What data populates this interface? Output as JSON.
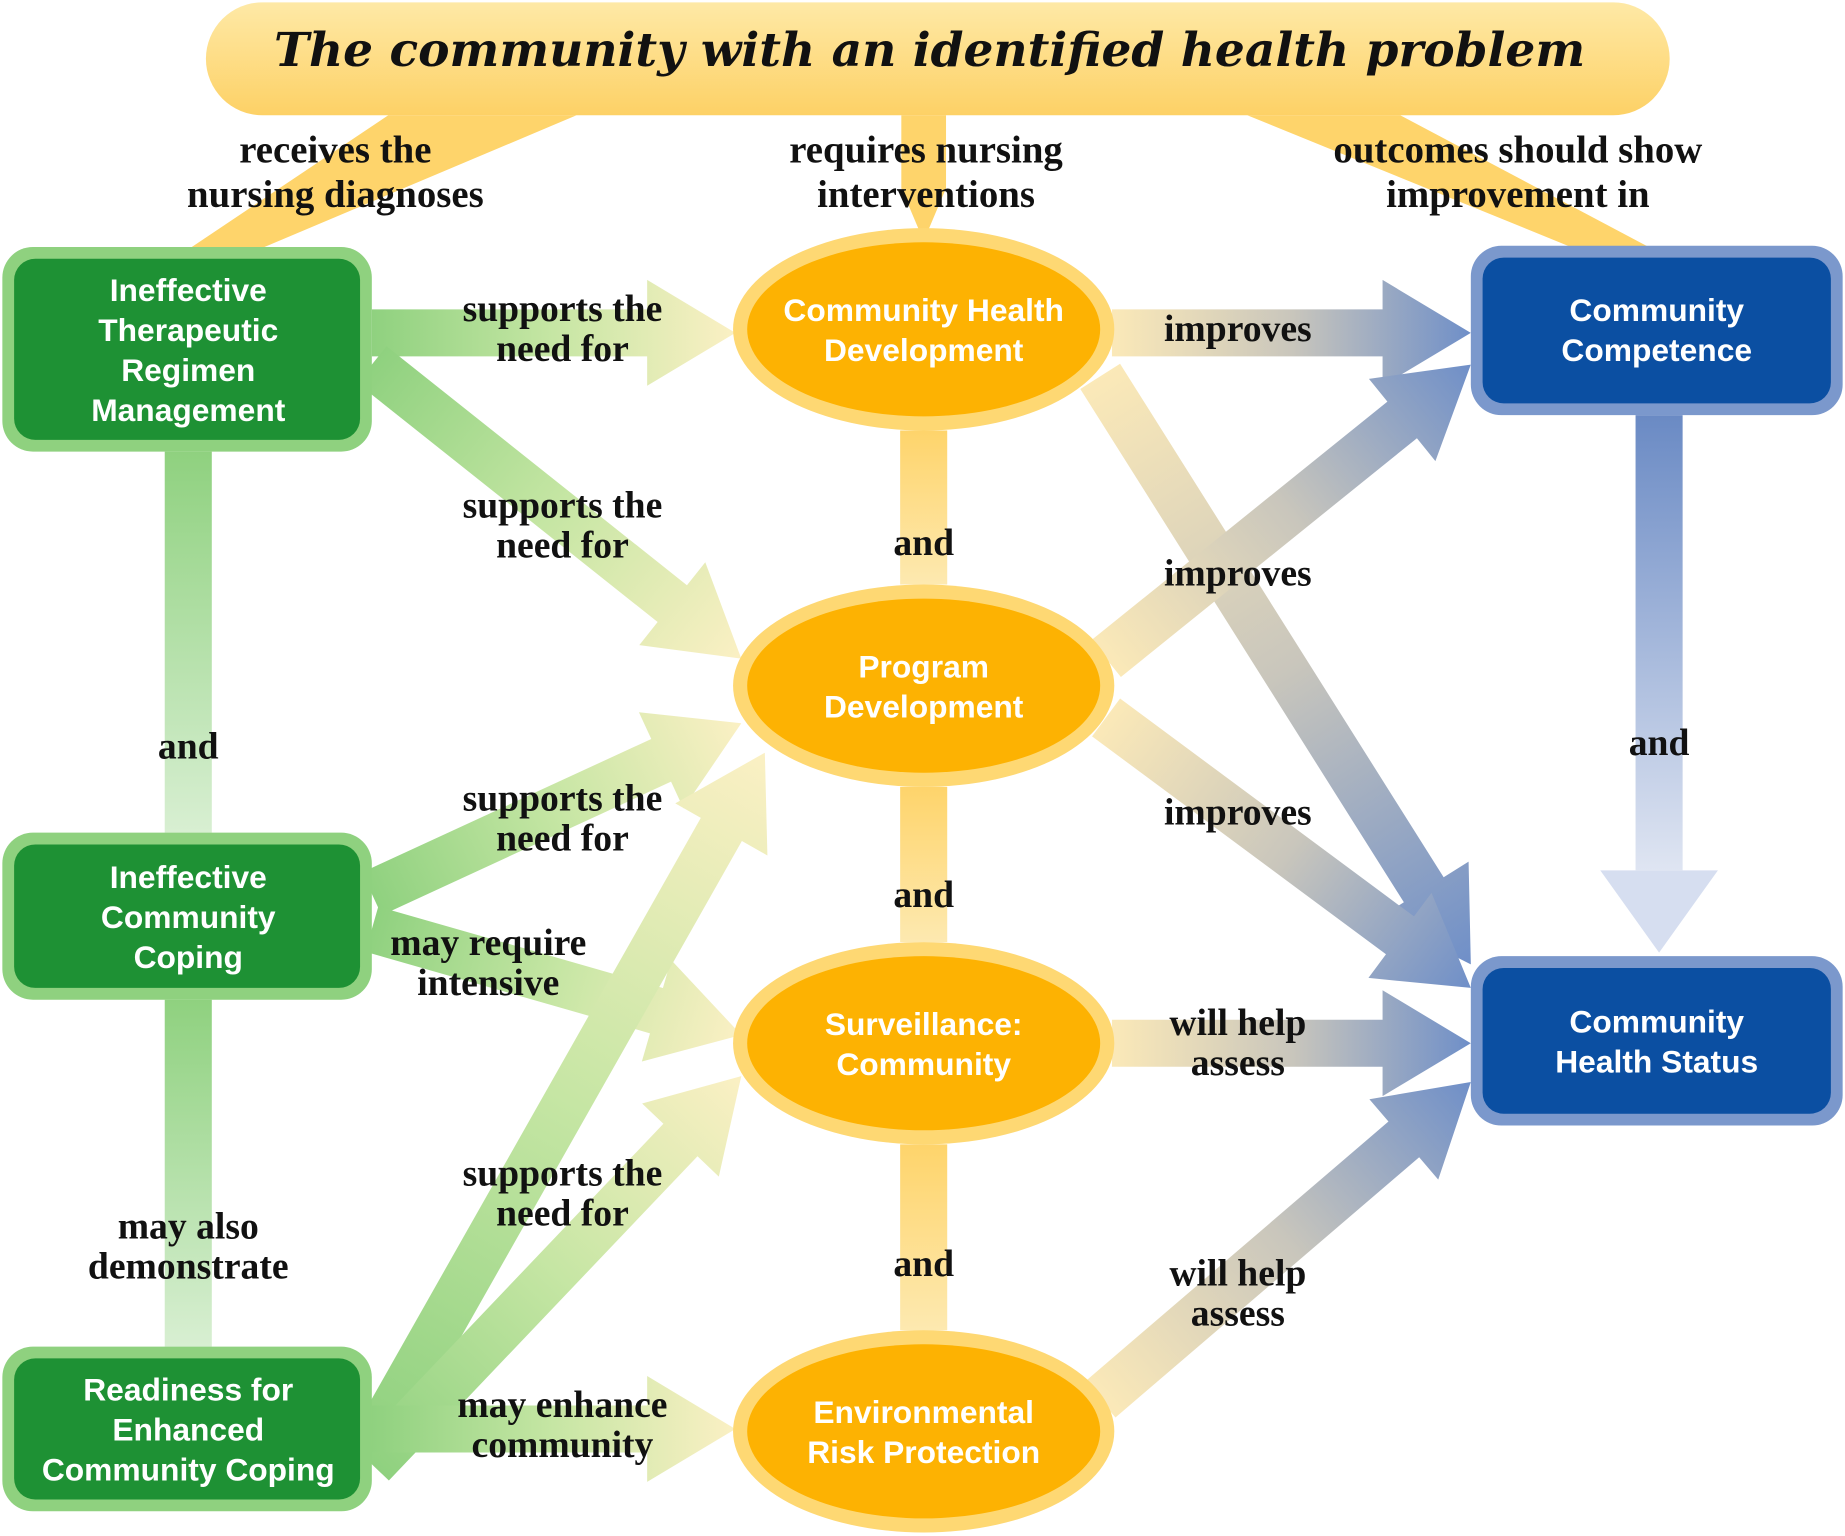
{
  "title": "The community with an identified health problem",
  "colors": {
    "green_dark": "#1e9134",
    "green_light": "#8fd17f",
    "orange": "#fdb202",
    "orange_light": "#fed873",
    "blue_dark": "#0b4fa2",
    "blue_light": "#7b98cc",
    "title_fill": "#fed46b"
  },
  "column_headers": {
    "diagnoses": [
      "receives the",
      "nursing diagnoses"
    ],
    "interventions": [
      "requires nursing",
      "interventions"
    ],
    "outcomes": [
      "outcomes should show",
      "improvement in"
    ]
  },
  "diagnoses": [
    {
      "id": "itrm",
      "lines": [
        "Ineffective",
        "Therapeutic",
        "Regimen",
        "Management"
      ]
    },
    {
      "id": "icc",
      "lines": [
        "Ineffective",
        "Community",
        "Coping"
      ]
    },
    {
      "id": "recc",
      "lines": [
        "Readiness for",
        "Enhanced",
        "Community Coping"
      ]
    }
  ],
  "interventions": [
    {
      "id": "chd",
      "lines": [
        "Community Health",
        "Development"
      ]
    },
    {
      "id": "pd",
      "lines": [
        "Program",
        "Development"
      ]
    },
    {
      "id": "sc",
      "lines": [
        "Surveillance:",
        "Community"
      ]
    },
    {
      "id": "erp",
      "lines": [
        "Environmental",
        "Risk Protection"
      ]
    }
  ],
  "outcomes": [
    {
      "id": "cc",
      "lines": [
        "Community",
        "Competence"
      ]
    },
    {
      "id": "chs",
      "lines": [
        "Community",
        "Health Status"
      ]
    }
  ],
  "links": [
    {
      "from": "itrm",
      "to": "chd",
      "label": [
        "supports the",
        "need for"
      ]
    },
    {
      "from": "itrm",
      "to": "pd",
      "label": [
        "supports the",
        "need for"
      ]
    },
    {
      "from": "icc",
      "to": "pd",
      "label": [
        "supports the",
        "need for"
      ]
    },
    {
      "from": "icc",
      "to": "sc",
      "label": [
        "may require",
        "intensive"
      ]
    },
    {
      "from": "recc",
      "to": "pd",
      "label": []
    },
    {
      "from": "recc",
      "to": "sc",
      "label": [
        "supports the",
        "need for"
      ]
    },
    {
      "from": "recc",
      "to": "erp",
      "label": [
        "may enhance",
        "community"
      ]
    },
    {
      "from": "chd",
      "to": "cc",
      "label": [
        "improves"
      ]
    },
    {
      "from": "chd",
      "to": "chs",
      "label": []
    },
    {
      "from": "pd",
      "to": "cc",
      "label": [
        "improves"
      ]
    },
    {
      "from": "pd",
      "to": "chs",
      "label": [
        "improves"
      ]
    },
    {
      "from": "sc",
      "to": "chs",
      "label": [
        "will help",
        "assess"
      ]
    },
    {
      "from": "erp",
      "to": "chs",
      "label": [
        "will help",
        "assess"
      ]
    }
  ],
  "connectors": [
    {
      "from": "itrm",
      "to": "icc",
      "label": [
        "and"
      ]
    },
    {
      "from": "icc",
      "to": "recc",
      "label": [
        "may also",
        "demonstrate"
      ]
    },
    {
      "from": "chd",
      "to": "pd",
      "label": [
        "and"
      ]
    },
    {
      "from": "pd",
      "to": "sc",
      "label": [
        "and"
      ]
    },
    {
      "from": "sc",
      "to": "erp",
      "label": [
        "and"
      ]
    },
    {
      "from": "cc",
      "to": "chs",
      "label": [
        "and"
      ]
    }
  ]
}
